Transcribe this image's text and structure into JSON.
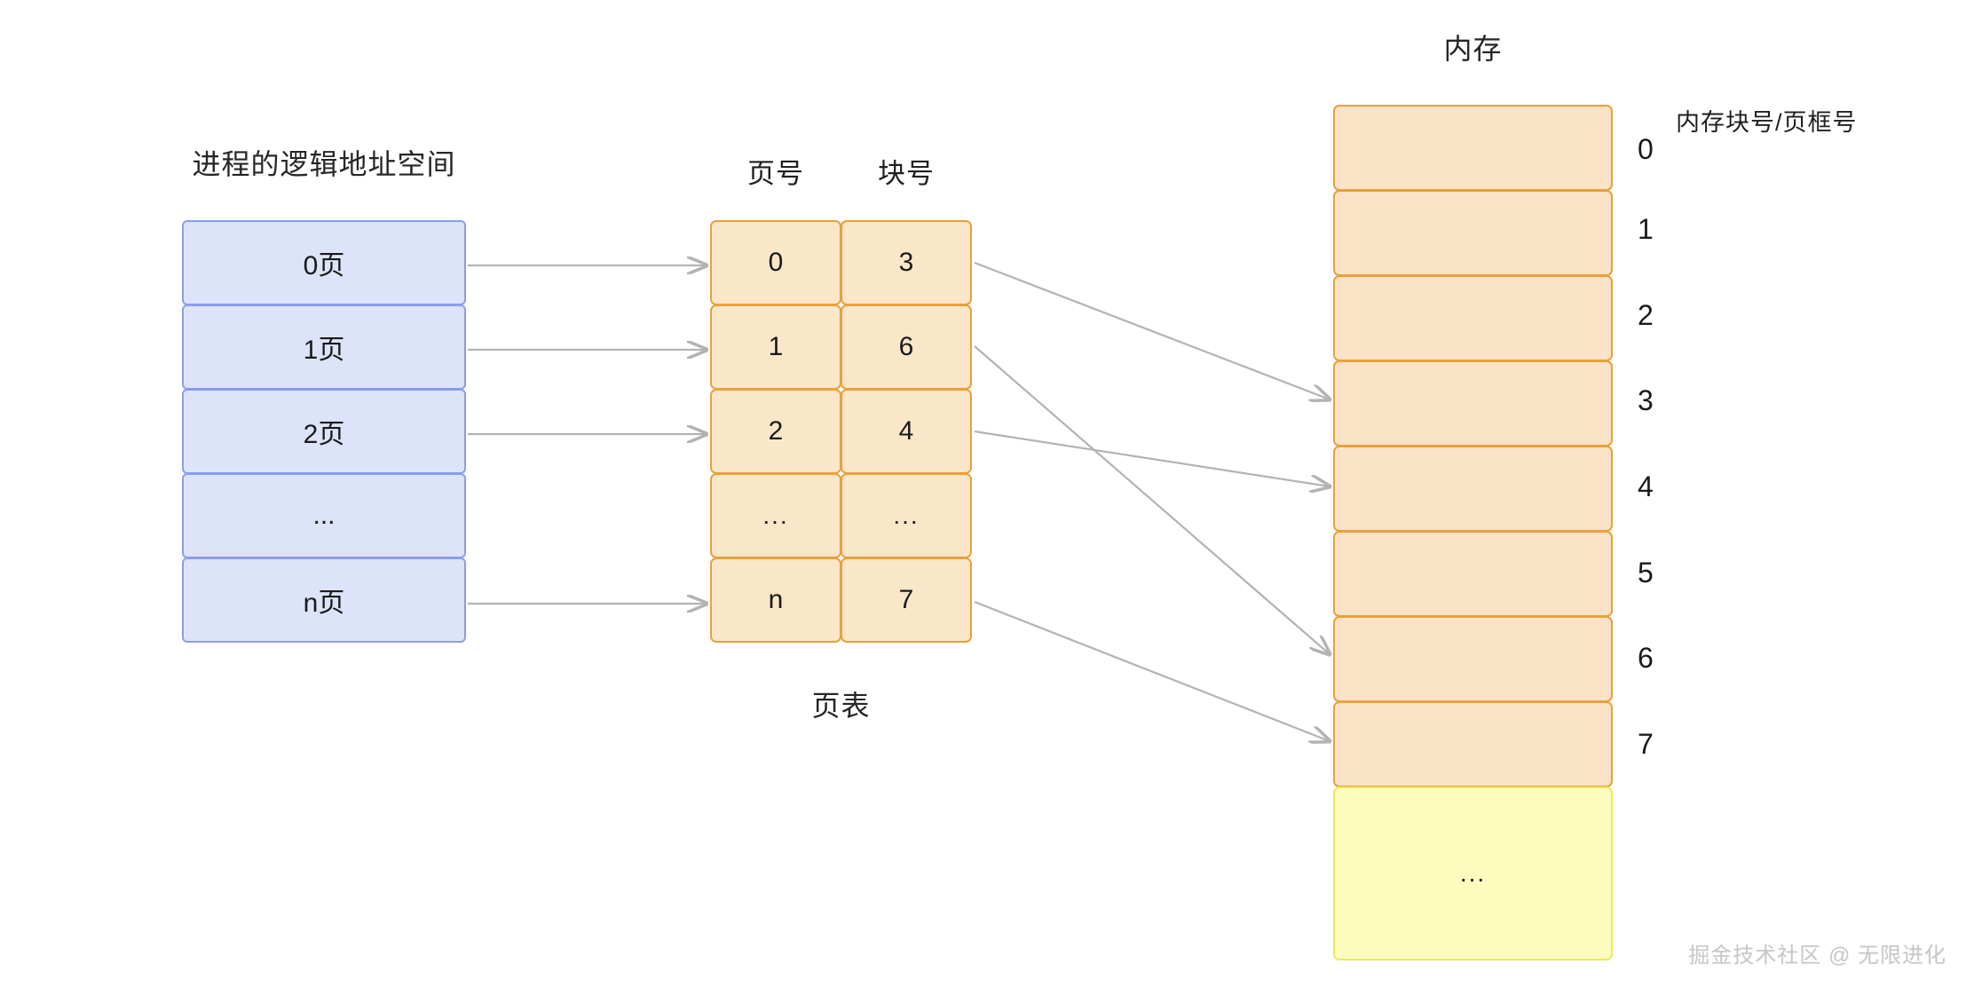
{
  "diagram": {
    "logical_space": {
      "title": "进程的逻辑地址空间",
      "pages": [
        {
          "label": "0页"
        },
        {
          "label": "1页"
        },
        {
          "label": "2页"
        },
        {
          "label": "..."
        },
        {
          "label": "n页"
        }
      ]
    },
    "page_table": {
      "caption": "页表",
      "headers": {
        "page_no": "页号",
        "block_no": "块号"
      },
      "rows": [
        {
          "page_no": "0",
          "block_no": "3"
        },
        {
          "page_no": "1",
          "block_no": "6"
        },
        {
          "page_no": "2",
          "block_no": "4"
        },
        {
          "page_no": "...",
          "block_no": "..."
        },
        {
          "page_no": "n",
          "block_no": "7"
        }
      ]
    },
    "memory": {
      "title": "内存",
      "side_label": "内存块号/页框号",
      "blocks": [
        {
          "index": "0"
        },
        {
          "index": "1"
        },
        {
          "index": "2"
        },
        {
          "index": "3"
        },
        {
          "index": "4"
        },
        {
          "index": "5"
        },
        {
          "index": "6"
        },
        {
          "index": "7"
        }
      ],
      "tail_block": {
        "label": "..."
      }
    },
    "mappings": [
      {
        "page": "0",
        "block": "3"
      },
      {
        "page": "1",
        "block": "6"
      },
      {
        "page": "2",
        "block": "4"
      },
      {
        "page": "n",
        "block": "7"
      }
    ],
    "colors": {
      "logical_fill": "#dde3f8",
      "logical_stroke": "#8b9ded",
      "table_fill": "#fae6c9",
      "table_stroke": "#e8a13c",
      "memory_fill": "#fbe3c8",
      "memory_stroke": "#e8a13c",
      "tail_fill": "#fcfcbf",
      "tail_stroke": "#eeea5a",
      "arrow": "#b3b3b3"
    }
  },
  "watermark": {
    "text": "掘金技术社区 @ 无限进化"
  }
}
